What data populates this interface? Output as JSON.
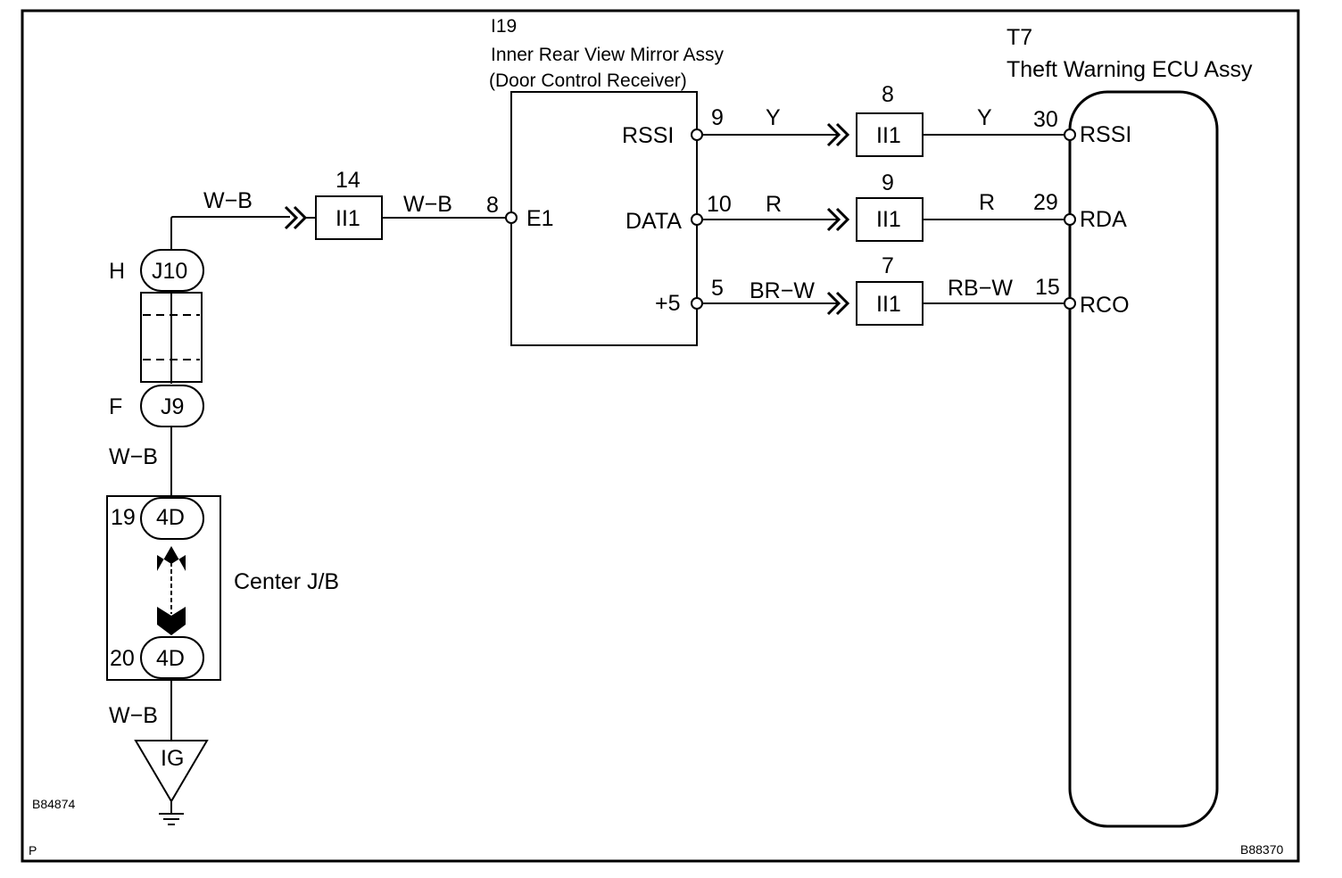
{
  "diagram": {
    "ref_left": "B84874",
    "ref_right": "B88370",
    "page_letter": "P",
    "mirror": {
      "code": "I19",
      "name": "Inner Rear View Mirror Assy",
      "sub": "(Door Control Receiver)",
      "pins": [
        {
          "num": "8",
          "label": "E1"
        },
        {
          "num": "9",
          "label": "RSSI"
        },
        {
          "num": "10",
          "label": "DATA"
        },
        {
          "num": "5",
          "label": "+5"
        }
      ]
    },
    "ecu": {
      "code": "T7",
      "name": "Theft Warning ECU Assy",
      "pins": [
        {
          "num": "30",
          "label": "RSSI"
        },
        {
          "num": "29",
          "label": "RDA"
        },
        {
          "num": "15",
          "label": "RCO"
        }
      ]
    },
    "connectors": [
      {
        "num": "14",
        "label": "II1"
      },
      {
        "num": "8",
        "label": "II1"
      },
      {
        "num": "9",
        "label": "II1"
      },
      {
        "num": "7",
        "label": "II1"
      }
    ],
    "wires": {
      "e1_in": "W−B",
      "e1_out": "W−B",
      "rssi_in": "Y",
      "rssi_out": "Y",
      "data_in": "R",
      "data_out": "R",
      "p5_in": "BR−W",
      "p5_out": "RB−W",
      "j9_down": "W−B",
      "jb_down": "W−B"
    },
    "junctions": {
      "top": {
        "letter": "H",
        "label": "J10"
      },
      "bottom": {
        "letter": "F",
        "label": "J9"
      }
    },
    "junction_block": {
      "name": "Center J/B",
      "top": {
        "num": "19",
        "label": "4D"
      },
      "bottom": {
        "num": "20",
        "label": "4D"
      }
    },
    "ground": {
      "label": "IG"
    }
  }
}
